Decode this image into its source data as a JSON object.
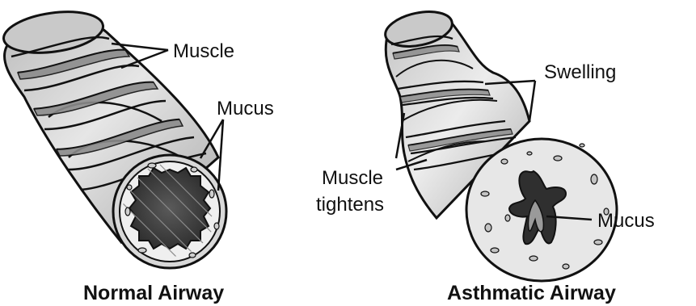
{
  "normal_airway": {
    "caption": "Normal Airway",
    "labels": {
      "muscle": "Muscle",
      "mucus": "Mucus"
    }
  },
  "asthmatic_airway": {
    "caption": "Asthmatic Airway",
    "labels": {
      "swelling": "Swelling",
      "muscle_line1": "Muscle",
      "muscle_line2": "tightens",
      "mucus": "Mucus"
    }
  },
  "colors": {
    "line": "#111111",
    "tube": "#d4d4d4",
    "band": "#8c8c8c",
    "lumen": "#3a3a3a",
    "lining": "#ededed"
  }
}
